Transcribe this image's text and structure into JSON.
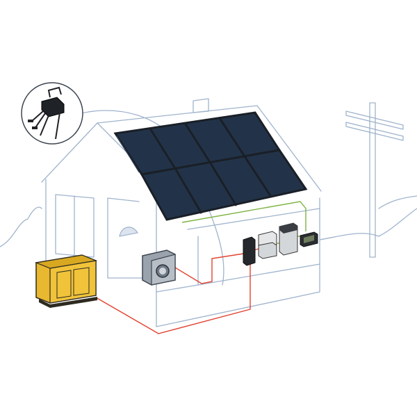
{
  "colors": {
    "outline": "#9fb3cc",
    "panel": "#223349",
    "panel_frame": "#1a1f27",
    "ac_wiring": "#e0412f",
    "dc_wiring": "#7cb342",
    "generator": "#e8b830"
  },
  "components": [
    "house-cutaway",
    "solar-panel-array",
    "power-optimizer-inset",
    "generator",
    "washing-machine",
    "electrical-panel",
    "battery",
    "inverter",
    "monitor-display",
    "utility-pole"
  ]
}
